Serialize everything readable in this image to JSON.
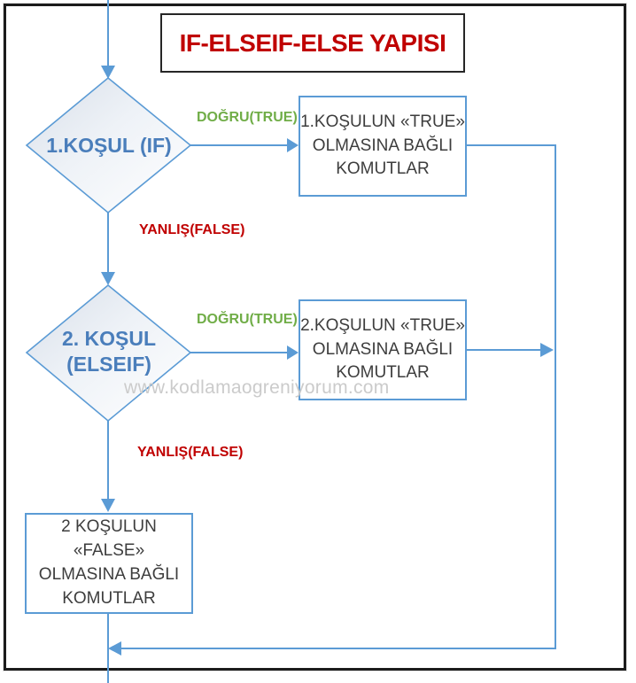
{
  "title": "IF-ELSEIF-ELSE YAPISI",
  "labels": {
    "true_label": "DOĞRU(TRUE)",
    "false_label": "YANLIŞ(FALSE)"
  },
  "nodes": {
    "condition1": {
      "label": "1.KOŞUL (IF)"
    },
    "condition2": {
      "line1": "2. KOŞUL",
      "line2": "(ELSEIF)"
    },
    "action_true1": {
      "line1": "1.KOŞULUN «TRUE»",
      "line2": "OLMASINA BAĞLI",
      "line3": "KOMUTLAR"
    },
    "action_true2": {
      "line1": "2.KOŞULUN «TRUE»",
      "line2": "OLMASINA BAĞLI",
      "line3": "KOMUTLAR"
    },
    "action_false": {
      "line1": "2 KOŞULUN «FALSE»",
      "line2": "OLMASINA BAĞLI",
      "line3": "KOMUTLAR"
    }
  },
  "watermark": "www.kodlamaogreniyorum.com",
  "colors": {
    "connector_blue": "#5b9bd5",
    "condition_text_blue": "#4a7ebb",
    "true_green": "#70ad47",
    "false_red": "#c00000",
    "title_red": "#c00000",
    "box_text": "#3d3d3d",
    "watermark_gray": "#cbcbcb",
    "frame_black": "#1c1c1c"
  }
}
